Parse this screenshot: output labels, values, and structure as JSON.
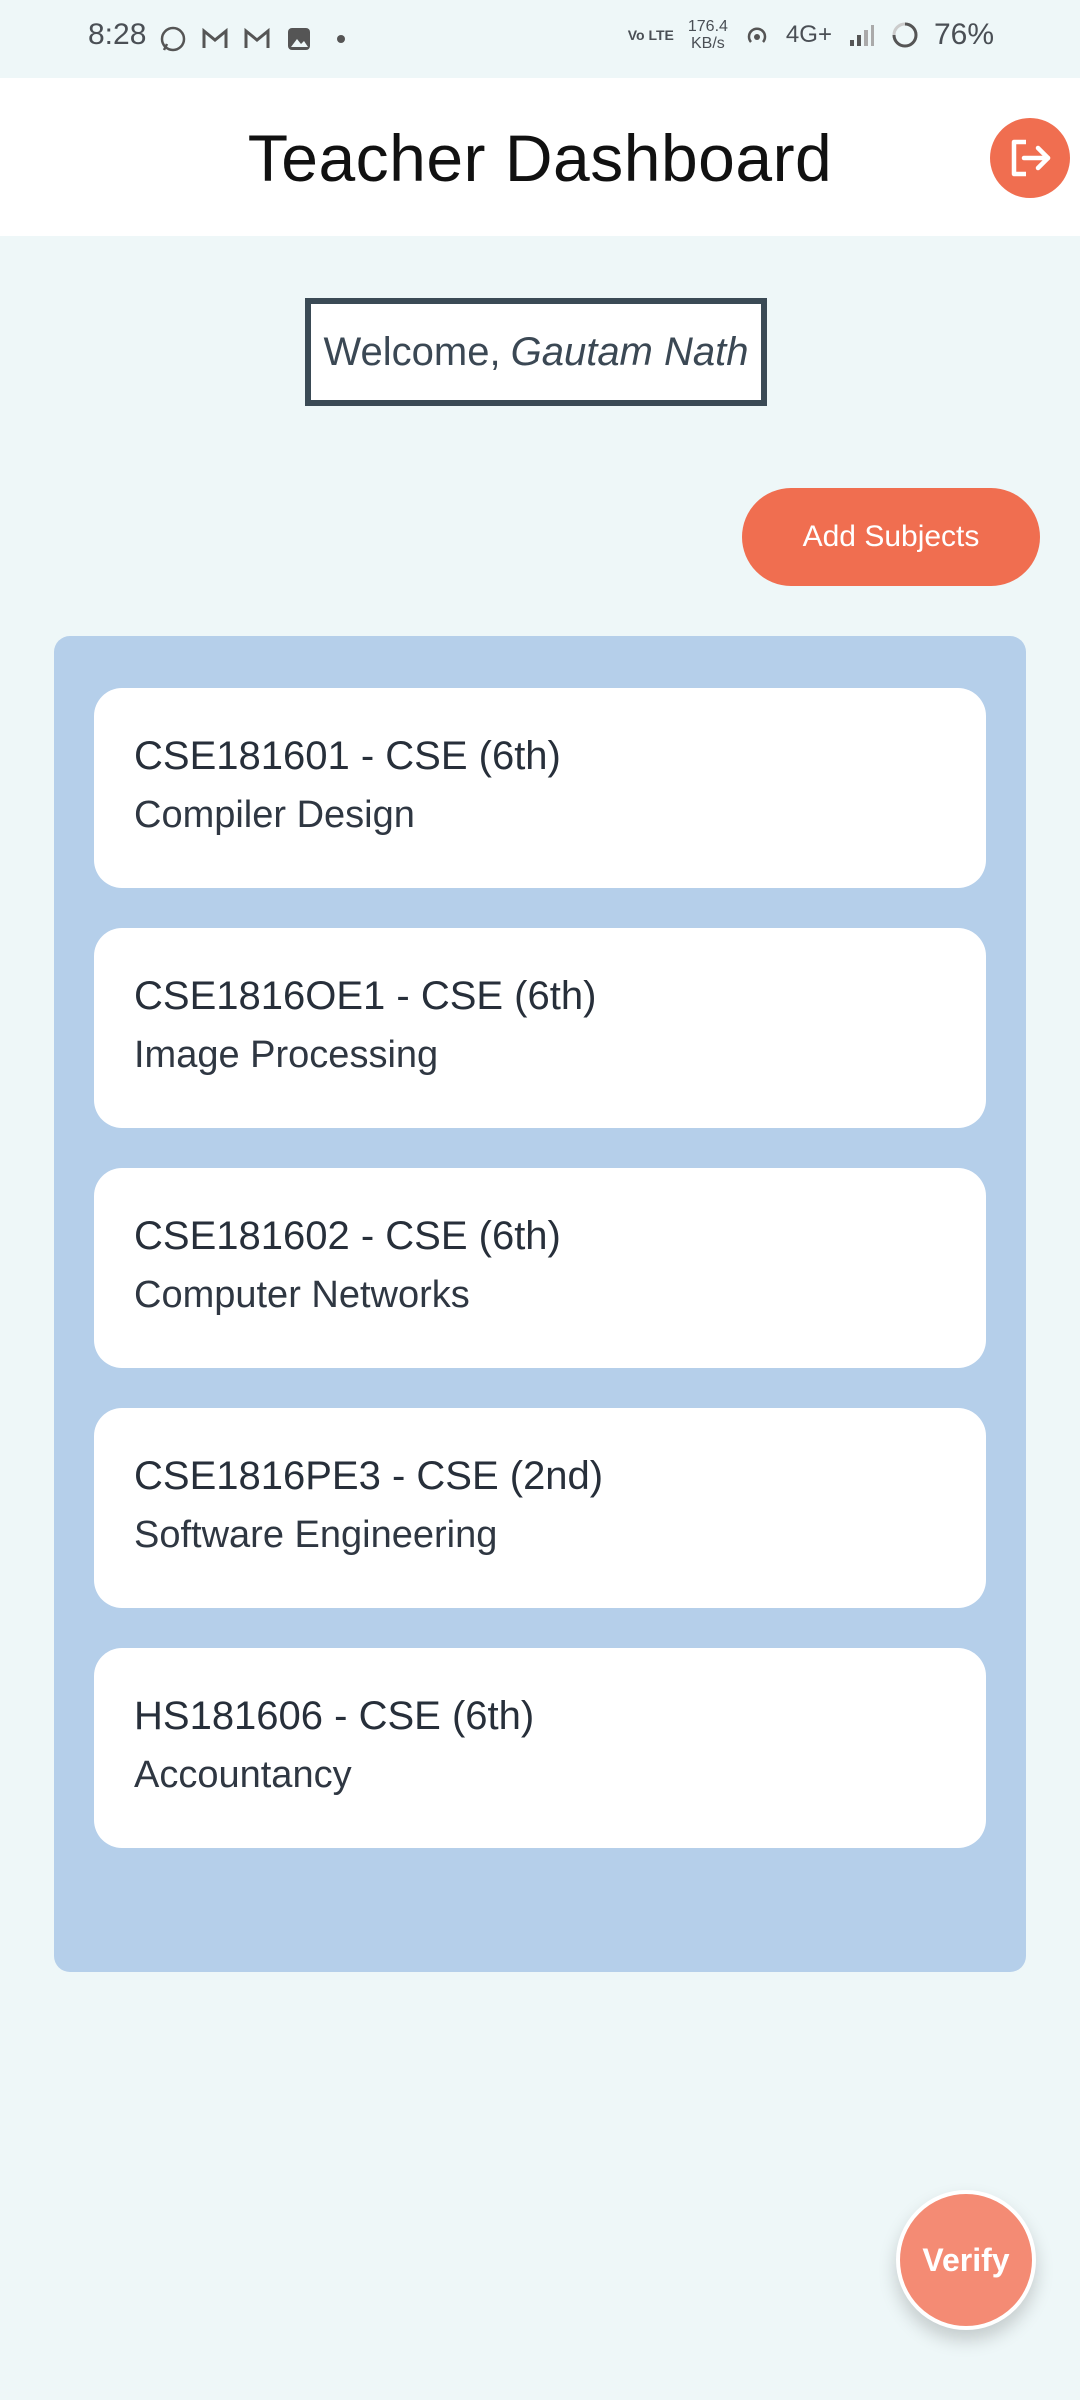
{
  "status_bar": {
    "time": "8:28",
    "volte": "Vo LTE",
    "speed_value": "176.4",
    "speed_unit": "KB/s",
    "network": "4G+",
    "battery": "76%"
  },
  "header": {
    "title": "Teacher Dashboard"
  },
  "welcome": {
    "prefix": "Welcome,",
    "name": "Gautam Nath"
  },
  "actions": {
    "add_subjects_label": "Add Subjects",
    "verify_label": "Verify"
  },
  "subjects": [
    {
      "code": "CSE181601 - CSE (6th)",
      "name": "Compiler Design"
    },
    {
      "code": "CSE1816OE1 - CSE (6th)",
      "name": "Image Processing"
    },
    {
      "code": "CSE181602 - CSE (6th)",
      "name": "Computer Networks"
    },
    {
      "code": "CSE1816PE3 - CSE (2nd)",
      "name": "Software Engineering"
    },
    {
      "code": "HS181606 - CSE (6th)",
      "name": "Accountancy"
    }
  ],
  "colors": {
    "accent": "#f06e50",
    "panel": "#b5cfea",
    "background": "#eef7f8"
  }
}
